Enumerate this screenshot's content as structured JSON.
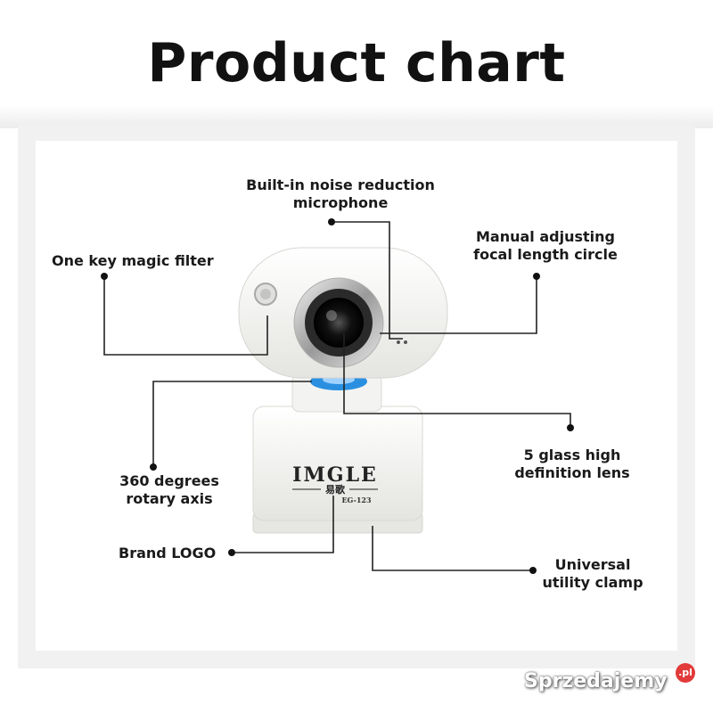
{
  "title": "Product chart",
  "callouts": {
    "microphone": [
      "Built-in noise reduction",
      "microphone"
    ],
    "focal": [
      "Manual adjusting",
      "focal length circle"
    ],
    "filter": [
      "One key magic filter"
    ],
    "axis": [
      "360 degrees",
      "rotary axis"
    ],
    "lens": [
      "5 glass high",
      "definition lens"
    ],
    "logo": [
      "Brand LOGO"
    ],
    "clamp": [
      "Universal",
      "utility clamp"
    ]
  },
  "product": {
    "brand": "IMGLE",
    "model": "EG-123",
    "brand_chinese": "易歌"
  },
  "watermark": {
    "text": "Sprzedajemy",
    "suffix": ".pl"
  },
  "colors": {
    "accent_ring": "#2a8fe0",
    "body": "#f4f4f2",
    "leader_line": "#222222"
  }
}
